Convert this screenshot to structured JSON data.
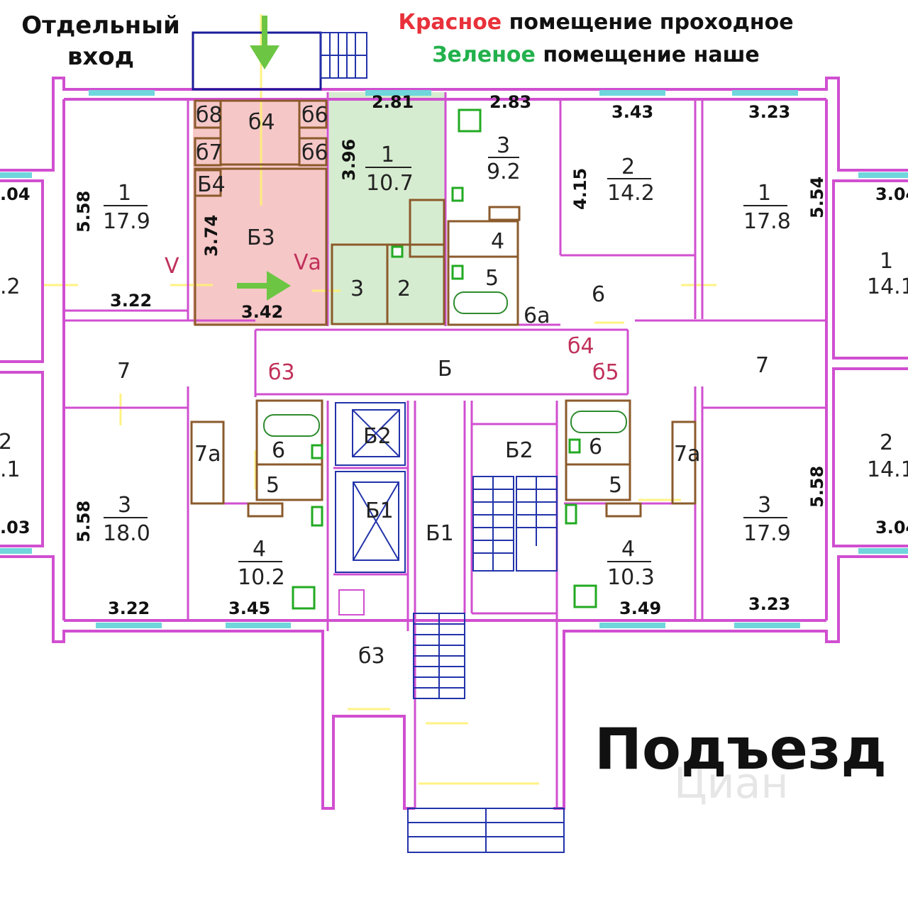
{
  "legend": {
    "entrance_caption_line1": "Отдельный",
    "entrance_caption_line2": "вход",
    "red_word": "Красное",
    "red_rest": " помещение проходное",
    "green_word": "Зеленое",
    "green_rest": " помещение наше",
    "entry_caption": "Подъезд",
    "watermark": "Циан"
  },
  "colors": {
    "walls": "#d04fd0",
    "partitions": "#8b5a2b",
    "highlight_red": "#f6c7c7",
    "highlight_green": "#d6ecd0",
    "window": "#6fd6dc",
    "axes": "#ffee55",
    "arrow": "#6cc644",
    "stairs": "#2233aa",
    "red_text": "#e8313a",
    "green_text": "#22b14c"
  },
  "rooms": {
    "r64": "б4",
    "r68": "б8",
    "r66a": "б6",
    "r67": "б7",
    "r66b": "б6",
    "r64b": "Б4",
    "r63": "Б3",
    "va": "Vа",
    "v": "V",
    "g1_num": "1",
    "g1_area": "10.7",
    "g3": "3",
    "g2": "2",
    "a3_num": "3",
    "a3_area": "9.2",
    "a4": "4",
    "a5": "5",
    "a6a": "6а",
    "b2_num": "2",
    "b2_area": "14.2",
    "b6": "6",
    "c1_num": "1",
    "c1_area": "17.8",
    "l1_num": "1",
    "l1_area": "17.9",
    "corr_b": "Б",
    "b63": "б3",
    "b65": "б5",
    "b64": "б4",
    "l7": "7",
    "r7": "7",
    "l6": "6",
    "l5": "5",
    "l7a": "7а",
    "l3_num": "3",
    "l3_area": "18.0",
    "l4_num": "4",
    "l4_area": "10.2",
    "e62": "Б2",
    "e61": "Б1",
    "b1": "Б1",
    "b2": "Б2",
    "b63b": "б3",
    "r6": "6",
    "r5": "5",
    "r7a": "7а",
    "r4_num": "4",
    "r4_area": "10.3",
    "r3_num": "3",
    "r3_area": "17.9",
    "far_l2": ".2",
    "far_l1": ".1",
    "far_l2b": "2",
    "far_r1_num": "1",
    "far_r1_area": "14.1",
    "far_r2_num": "2",
    "far_r2_area": "14.1"
  },
  "dims": {
    "d281": "2.81",
    "d283": "2.83",
    "d343": "3.43",
    "d323": "3.23",
    "d396": "3.96",
    "d374": "3.74",
    "d342": "3.42",
    "d322": "3.22",
    "d322b": "3.22",
    "d558": "5.58",
    "d558b": "5.58",
    "d415": "4.15",
    "d554": "5.54",
    "d558r": "5.58",
    "d345": "3.45",
    "d349": "3.49",
    "d323b": "3.23",
    "d04": ".04",
    "d03": ".03",
    "d304": "3.04",
    "d304b": "3.04"
  }
}
